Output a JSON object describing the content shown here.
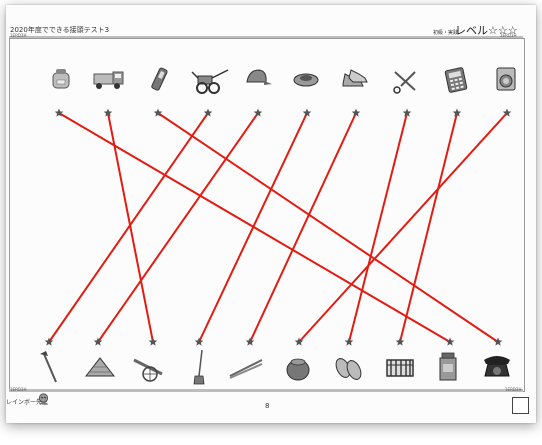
{
  "header": {
    "title": "2020年度でできる接頭テスト3",
    "ref_code_top_left": "1ERD3H",
    "ref_code_top_right": "1ERD3H",
    "category": "初級・実践",
    "level": "レベル☆☆☆"
  },
  "footer": {
    "teacher": "レインボー先生",
    "page_number": "8",
    "ref_code_bottom_left": "1ERD3H",
    "ref_code_bottom_right": "1ERD3H"
  },
  "top_items": [
    "rice-cooker",
    "truck",
    "mobile-phone",
    "tiller",
    "cap",
    "robot-vacuum",
    "sneakers",
    "scissors",
    "calculator",
    "washing-machine"
  ],
  "bottom_items": [
    "hoe",
    "straw-hat",
    "cannon-cart",
    "broom",
    "tongs",
    "pot",
    "sandals",
    "abacus",
    "old-washer",
    "rotary-phone"
  ],
  "connections": [
    [
      0,
      8
    ],
    [
      1,
      2
    ],
    [
      2,
      9
    ],
    [
      3,
      0
    ],
    [
      4,
      1
    ],
    [
      5,
      3
    ],
    [
      6,
      4
    ],
    [
      7,
      6
    ],
    [
      8,
      7
    ],
    [
      9,
      5
    ]
  ],
  "colors": {
    "line": "#e21c12",
    "star": "#555555"
  }
}
